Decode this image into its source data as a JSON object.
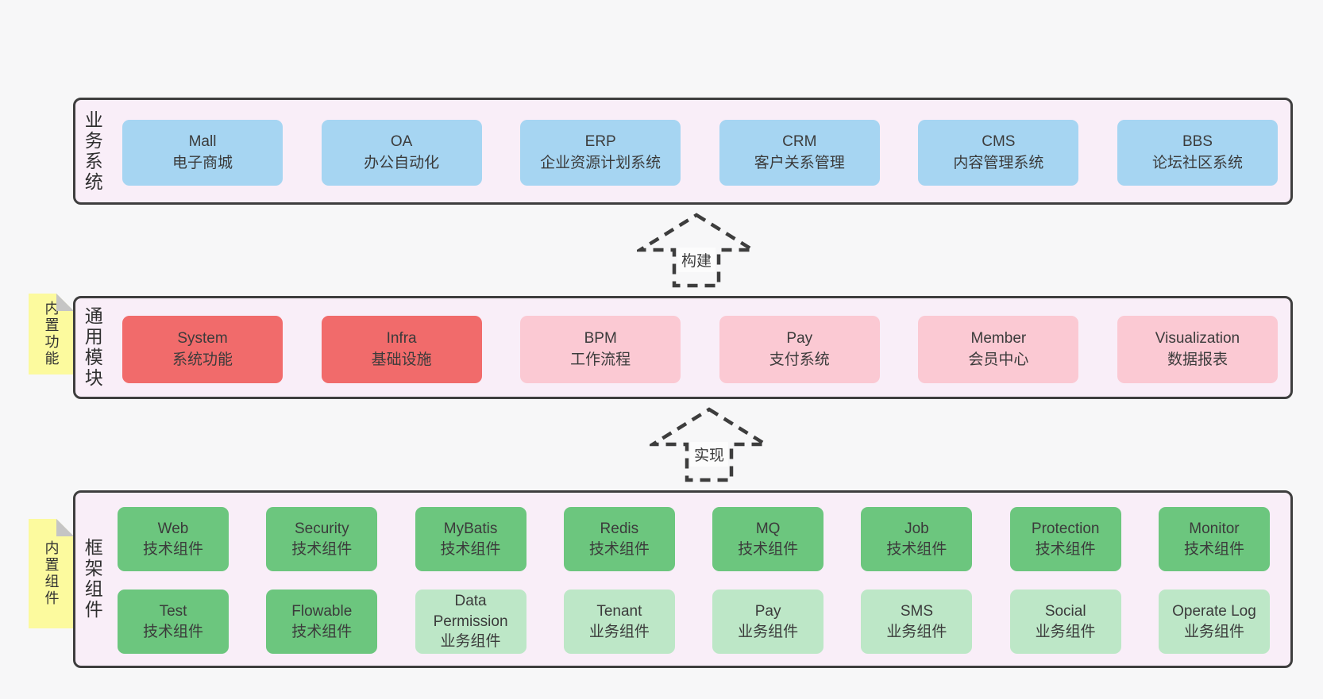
{
  "colors": {
    "page_bg": "#f7f7f8",
    "panel_bg": "#f9eef8",
    "panel_border": "#3e3e3e",
    "box_blue": "#a6d5f2",
    "box_red": "#f16b6b",
    "box_pink": "#fbc9d3",
    "box_green": "#6cc67e",
    "box_green_light": "#bde7c7",
    "note_yellow": "#fcfa9e",
    "note_fold_gray": "#c5c5c5",
    "text": "#3b3b3b"
  },
  "panels": {
    "business": {
      "label": "业务系统",
      "boxes": [
        {
          "title": "Mall",
          "subtitle": "电子商城"
        },
        {
          "title": "OA",
          "subtitle": "办公自动化"
        },
        {
          "title": "ERP",
          "subtitle": "企业资源计划系统"
        },
        {
          "title": "CRM",
          "subtitle": "客户关系管理"
        },
        {
          "title": "CMS",
          "subtitle": "内容管理系统"
        },
        {
          "title": "BBS",
          "subtitle": "论坛社区系统"
        }
      ]
    },
    "modules": {
      "label": "通用模块",
      "note": "内置功能",
      "boxes": [
        {
          "title": "System",
          "subtitle": "系统功能"
        },
        {
          "title": "Infra",
          "subtitle": "基础设施"
        },
        {
          "title": "BPM",
          "subtitle": "工作流程"
        },
        {
          "title": "Pay",
          "subtitle": "支付系统"
        },
        {
          "title": "Member",
          "subtitle": "会员中心"
        },
        {
          "title": "Visualization",
          "subtitle": "数据报表"
        }
      ]
    },
    "components": {
      "label": "框架组件",
      "note": "内置组件",
      "row1": [
        {
          "title": "Web",
          "subtitle": "技术组件"
        },
        {
          "title": "Security",
          "subtitle": "技术组件"
        },
        {
          "title": "MyBatis",
          "subtitle": "技术组件"
        },
        {
          "title": "Redis",
          "subtitle": "技术组件"
        },
        {
          "title": "MQ",
          "subtitle": "技术组件"
        },
        {
          "title": "Job",
          "subtitle": "技术组件"
        },
        {
          "title": "Protection",
          "subtitle": "技术组件"
        },
        {
          "title": "Monitor",
          "subtitle": "技术组件"
        }
      ],
      "row2": [
        {
          "title": "Test",
          "subtitle": "技术组件"
        },
        {
          "title": "Flowable",
          "subtitle": "技术组件"
        },
        {
          "title": "Data Permission",
          "subtitle": "业务组件"
        },
        {
          "title": "Tenant",
          "subtitle": "业务组件"
        },
        {
          "title": "Pay",
          "subtitle": "业务组件"
        },
        {
          "title": "SMS",
          "subtitle": "业务组件"
        },
        {
          "title": "Social",
          "subtitle": "业务组件"
        },
        {
          "title": "Operate Log",
          "subtitle": "业务组件"
        }
      ]
    }
  },
  "arrows": {
    "build": {
      "label": "构建"
    },
    "implement": {
      "label": "实现"
    }
  }
}
